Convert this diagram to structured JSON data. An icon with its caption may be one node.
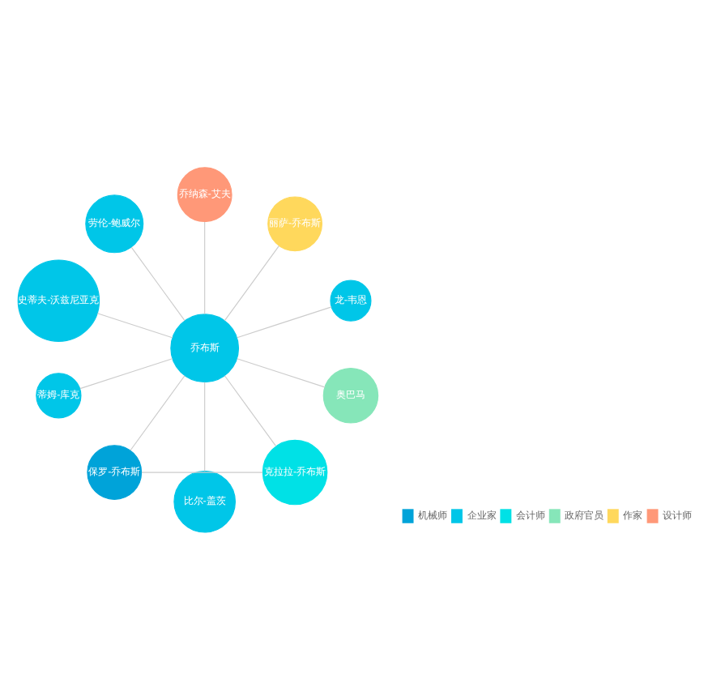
{
  "diagram": {
    "nodes": [
      {
        "text": [
          "龙-韦恩"
        ]
      },
      {
        "text": [
          "丽萨-乔布斯"
        ]
      },
      {
        "text": [
          "乔纳森-艾夫"
        ]
      },
      {
        "text": [
          "劳伦-鲍威尔"
        ]
      },
      {
        "text": [
          "史蒂夫-沃兹尼亚克"
        ]
      },
      {
        "text": [
          "蒂姆-库克"
        ]
      },
      {
        "text": [
          "保罗-乔布斯"
        ]
      },
      {
        "text": [
          "比尔-盖茨"
        ]
      },
      {
        "text": [
          "克拉拉-乔布斯"
        ]
      },
      {
        "text": [
          "奥巴马"
        ]
      },
      {
        "text": [
          "乔布斯"
        ]
      }
    ],
    "edges": [
      {
        "from": 10,
        "to": 0,
        "arrow": "none"
      },
      {
        "from": 10,
        "to": 1,
        "arrow": "none"
      },
      {
        "from": 10,
        "to": 2,
        "arrow": "none"
      },
      {
        "from": 10,
        "to": 3,
        "arrow": "none"
      },
      {
        "from": 10,
        "to": 4,
        "arrow": "none"
      },
      {
        "from": 10,
        "to": 5,
        "arrow": "none"
      },
      {
        "from": 10,
        "to": 6,
        "arrow": "none"
      },
      {
        "from": 10,
        "to": 7,
        "arrow": "none"
      },
      {
        "from": 10,
        "to": 8,
        "arrow": "none"
      },
      {
        "from": 10,
        "to": 9,
        "arrow": "none"
      },
      {
        "from": 8,
        "to": 6,
        "arrow": "none"
      }
    ],
    "legend": [
      {
        "text": "机械师",
        "color": "#00a3d9"
      },
      {
        "text": "企业家",
        "color": "#00c6e8"
      },
      {
        "text": "会计师",
        "color": "#00e1e6"
      },
      {
        "text": "政府官员",
        "color": "#86e6b9"
      },
      {
        "text": "作家",
        "color": "#ffd85c"
      },
      {
        "text": "设计师",
        "color": "#ff9878"
      }
    ]
  }
}
